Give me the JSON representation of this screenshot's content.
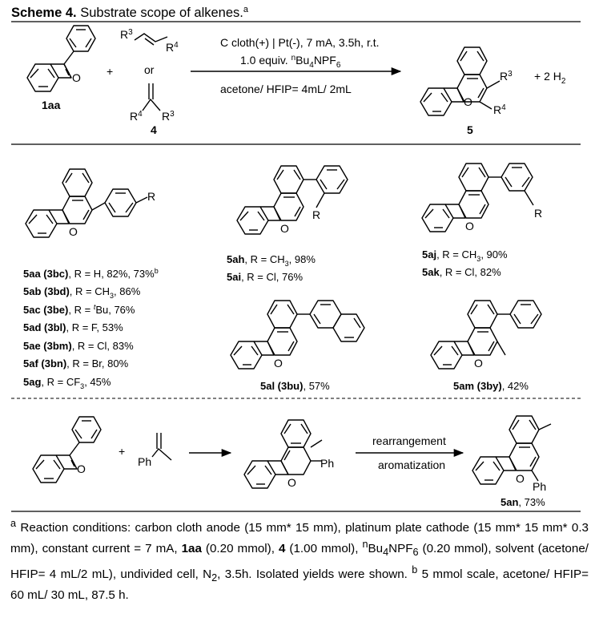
{
  "title": {
    "bold": "Scheme 4.",
    "text": " Substrate scope of alkenes.",
    "sup": "a"
  },
  "top": {
    "reactant1_label": "1aa",
    "plus": "+",
    "r3": "R",
    "r3_sup": "3",
    "r4": "R",
    "r4_sup": "4",
    "or": "or",
    "reactant2_label": "4",
    "cond_line1": "C cloth(+) | Pt(-), 7 mA, 3.5h, r.t.",
    "cond_line2_a": "1.0 equiv. ",
    "cond_line2_n": "n",
    "cond_line2_b": "Bu",
    "cond_line2_c": "4",
    "cond_line2_d": "NPF",
    "cond_line2_e": "6",
    "cond_below": "acetone/ HFIP= 4mL/ 2mL",
    "product_label": "5",
    "byproduct": "+ 2 H",
    "byproduct_sub": "2"
  },
  "substituents": {
    "R": "R",
    "O": "O",
    "Ph": "Ph"
  },
  "entries": {
    "aa": {
      "code": "5aa (3bc)",
      "rest": ", R = H, 82%, 73%",
      "sup": "b"
    },
    "ab": {
      "code": "5ab (3bd)",
      "rest": ", R = CH",
      "sub": "3",
      "tail": ", 86%"
    },
    "ac": {
      "code": "5ac (3be)",
      "rest": ", R = ",
      "sup": "t",
      "tail": "Bu, 76%"
    },
    "ad": {
      "code": "5ad (3bl)",
      "rest": ", R = F, 53%"
    },
    "ae": {
      "code": "5ae (3bm)",
      "rest": ", R = Cl, 83%"
    },
    "af": {
      "code": "5af (3bn)",
      "rest": ", R = Br, 80%"
    },
    "ag": {
      "code": "5ag",
      "rest": ", R = CF",
      "sub": "3",
      "tail": ", 45%"
    },
    "ah": {
      "code": "5ah",
      "rest": ",  R = CH",
      "sub": "3",
      "tail": ", 98%"
    },
    "ai": {
      "code": "5ai",
      "rest": ",  R = Cl, 76%"
    },
    "aj": {
      "code": "5aj",
      "rest": ",  R = CH",
      "sub": "3",
      "tail": ", 90%"
    },
    "ak": {
      "code": "5ak",
      "rest": ",  R = Cl, 82%"
    },
    "al": {
      "code": "5al (3bu)",
      "rest": ", 57%"
    },
    "am": {
      "code": "5am (3by)",
      "rest": ", 42%"
    },
    "an": {
      "code": "5an",
      "rest": ", 73%"
    }
  },
  "bottom": {
    "arrow_top": "rearrangement",
    "arrow_bottom": "aromatization"
  },
  "footnote": {
    "a_mark": "a",
    "p1": " Reaction conditions: carbon cloth anode (15 mm* 15 mm), platinum plate cathode (15 mm* 15 mm* 0.3 mm), constant current = 7 mA, ",
    "b1": "1aa",
    "p2": " (0.20 mmol), ",
    "b2": "4",
    "p3": " (1.00 mmol), ",
    "n": "n",
    "p4": "Bu",
    "s4": "4",
    "p5": "NPF",
    "s6": "6",
    "p6": " (0.20 mmol), solvent (acetone/ HFIP= 4 mL/2 mL), undivided cell, N",
    "s2": "2",
    "p7": ", 3.5h. Isolated yields were shown. ",
    "b_mark": "b",
    "p8": " 5 mmol scale, acetone/ HFIP= 60 mL/ 30 mL, 87.5 h."
  }
}
